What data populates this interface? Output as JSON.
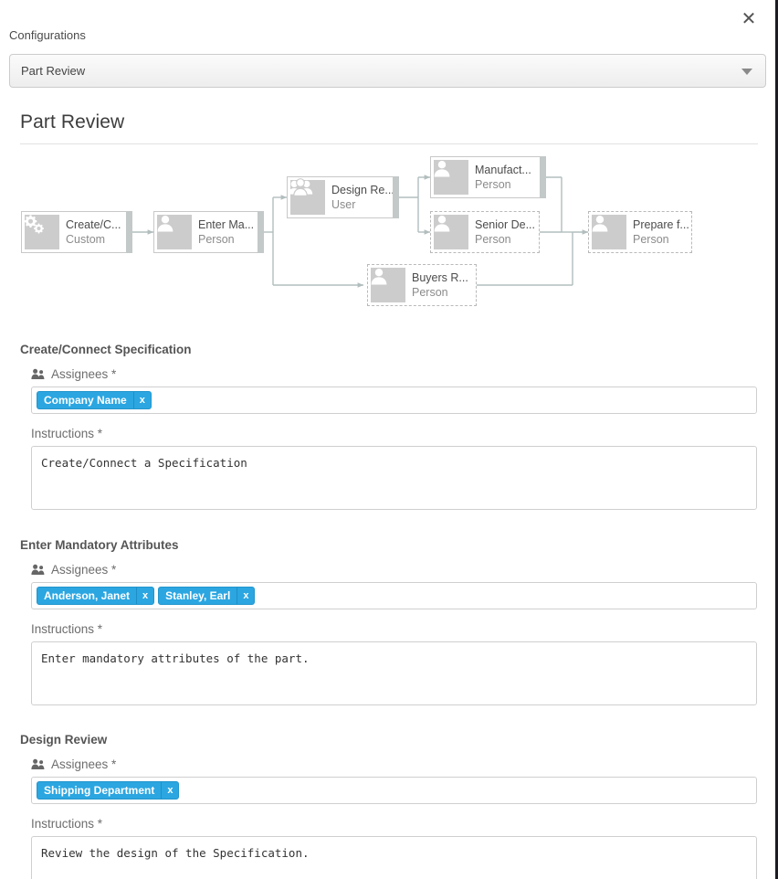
{
  "window": {
    "close_label": "✕"
  },
  "configurations": {
    "label": "Configurations",
    "selected": "Part Review",
    "caret_icon": "chevron-down-icon"
  },
  "page_title": "Part Review",
  "workflow": {
    "nodes": [
      {
        "name": "Create/C...",
        "type": "Custom",
        "icon": "gears-icon",
        "style": "solid",
        "bar": true
      },
      {
        "name": "Enter Ma...",
        "type": "Person",
        "icon": "person-icon",
        "style": "solid",
        "bar": true
      },
      {
        "name": "Design Re...",
        "type": "User",
        "icon": "users-icon",
        "style": "solid",
        "bar": true
      },
      {
        "name": "Manufact...",
        "type": "Person",
        "icon": "person-icon",
        "style": "solid",
        "bar": true
      },
      {
        "name": "Senior De...",
        "type": "Person",
        "icon": "person-icon",
        "style": "dashed",
        "bar": false
      },
      {
        "name": "Buyers R...",
        "type": "Person",
        "icon": "person-icon",
        "style": "dashed",
        "bar": false
      },
      {
        "name": "Prepare f...",
        "type": "Person",
        "icon": "person-icon",
        "style": "dashed",
        "bar": false
      }
    ]
  },
  "sections": [
    {
      "title": "Create/Connect Specification",
      "assignees_label": "Assignees *",
      "assignees_icon": "users-icon",
      "assignees": [
        "Company Name"
      ],
      "tag_remove_label": "x",
      "instructions_label": "Instructions *",
      "instructions": "Create/Connect a Specification"
    },
    {
      "title": "Enter Mandatory Attributes",
      "assignees_label": "Assignees *",
      "assignees_icon": "users-icon",
      "assignees": [
        "Anderson, Janet",
        "Stanley, Earl"
      ],
      "tag_remove_label": "x",
      "instructions_label": "Instructions *",
      "instructions": "Enter mandatory attributes of the part."
    },
    {
      "title": "Design Review",
      "assignees_label": "Assignees *",
      "assignees_icon": "users-icon",
      "assignees": [
        "Shipping Department"
      ],
      "tag_remove_label": "x",
      "instructions_label": "Instructions *",
      "instructions": "Review the design of the Specification."
    }
  ],
  "colors": {
    "tag_blue": "#2ba6e1",
    "node_gray": "#cccccc",
    "connector_gray": "#b2bdbd"
  }
}
